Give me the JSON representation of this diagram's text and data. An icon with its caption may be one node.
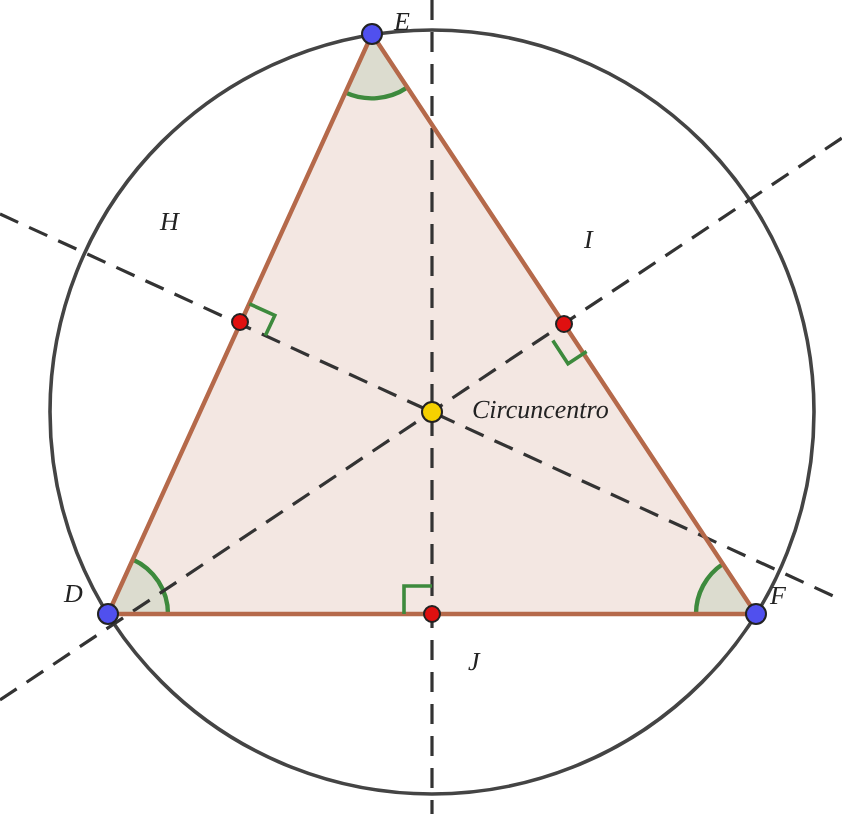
{
  "diagram": {
    "labels": [
      "E",
      "H",
      "I",
      "Circuncentro",
      "D",
      "F",
      "J"
    ]
  }
}
